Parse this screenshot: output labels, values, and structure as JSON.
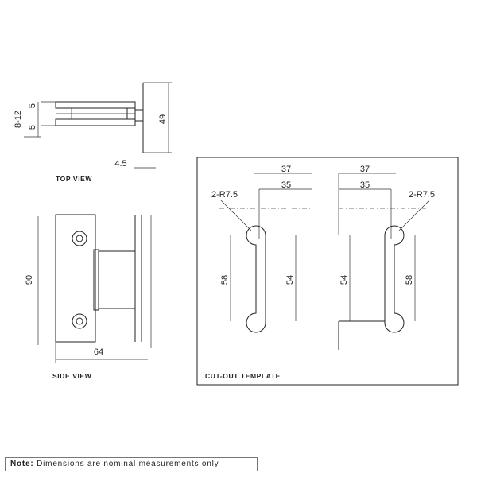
{
  "views": {
    "top": {
      "caption": "TOP VIEW",
      "dims": {
        "overall": "8-12",
        "upper": "5",
        "lower": "5",
        "height": "49",
        "offset": "4.5"
      }
    },
    "side": {
      "caption": "SIDE VIEW",
      "dims": {
        "height": "90",
        "width": "64"
      }
    },
    "cutout": {
      "caption": "CUT-OUT TEMPLATE",
      "left": {
        "outer": "37",
        "inner": "35",
        "radius": "2-R7.5",
        "outer_len": "58",
        "inner_len": "54"
      },
      "right": {
        "outer": "37",
        "inner": "35",
        "radius": "2-R7.5",
        "outer_len": "58",
        "inner_len": "54"
      }
    }
  },
  "note": {
    "prefix": "Note:",
    "text": " Dimensions are nominal measurements only"
  }
}
